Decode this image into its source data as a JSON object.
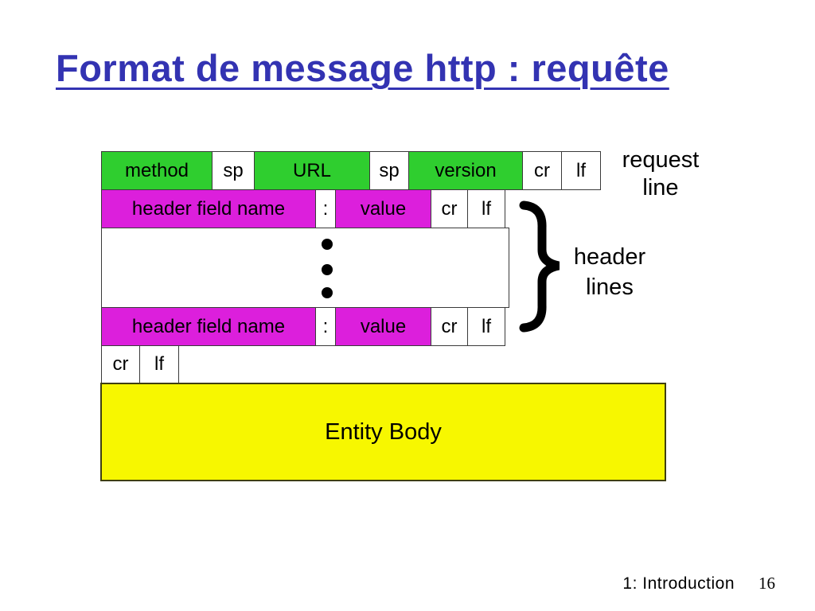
{
  "slide": {
    "title": "Format de message http : requête",
    "footer": {
      "section": "1: Introduction",
      "page": "16"
    }
  },
  "colors": {
    "title_blue": "#3333B2",
    "green": "#2FCE2F",
    "magenta": "#DC1FDC",
    "yellow": "#F7F700"
  },
  "diagram": {
    "request_line": {
      "cells": [
        {
          "label": "method"
        },
        {
          "label": "sp"
        },
        {
          "label": "URL"
        },
        {
          "label": "sp"
        },
        {
          "label": "version"
        },
        {
          "label": "cr"
        },
        {
          "label": "lf"
        }
      ],
      "annotation": {
        "line1": "request",
        "line2": "line"
      }
    },
    "header_row_1": {
      "cells": [
        {
          "label": "header field name"
        },
        {
          "label": ":"
        },
        {
          "label": "value"
        },
        {
          "label": "cr"
        },
        {
          "label": "lf"
        }
      ]
    },
    "header_row_2": {
      "cells": [
        {
          "label": "header field name"
        },
        {
          "label": ":"
        },
        {
          "label": "value"
        },
        {
          "label": "cr"
        },
        {
          "label": "lf"
        }
      ]
    },
    "final_row": {
      "cells": [
        {
          "label": "cr"
        },
        {
          "label": "lf"
        }
      ]
    },
    "entity_body_label": "Entity Body",
    "header_lines_annotation": {
      "line1": "header",
      "line2": "lines"
    }
  }
}
